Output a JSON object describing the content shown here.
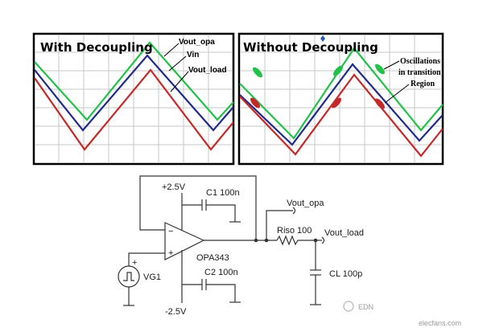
{
  "scope_left": {
    "title": "With Decoupling",
    "labels": {
      "vout_opa": "Vout_opa",
      "vin": "Vin",
      "vout_load": "Vout_load"
    }
  },
  "scope_right": {
    "title": "Without Decoupling",
    "annotation": [
      "Oscillations",
      "in transition",
      "Region"
    ]
  },
  "trace_colors": {
    "vout_opa": "#22c24a",
    "vin": "#1f2a8a",
    "vout_load": "#c62828",
    "grid": "#c7c7c7"
  },
  "schematic": {
    "supply_pos": "+2.5V",
    "supply_neg": "-2.5V",
    "c1": "C1 100n",
    "c2": "C2 100n",
    "opamp": "OPA343",
    "minus_sign": "−",
    "plus_sign": "+",
    "source": "VG1",
    "source_plus": "+",
    "riso": "Riso 100",
    "cl": "CL 100p",
    "vout_opa": "Vout_opa",
    "vout_load": "Vout_load"
  },
  "watermark": {
    "left": "EDN",
    "right": "elecfans.com"
  }
}
